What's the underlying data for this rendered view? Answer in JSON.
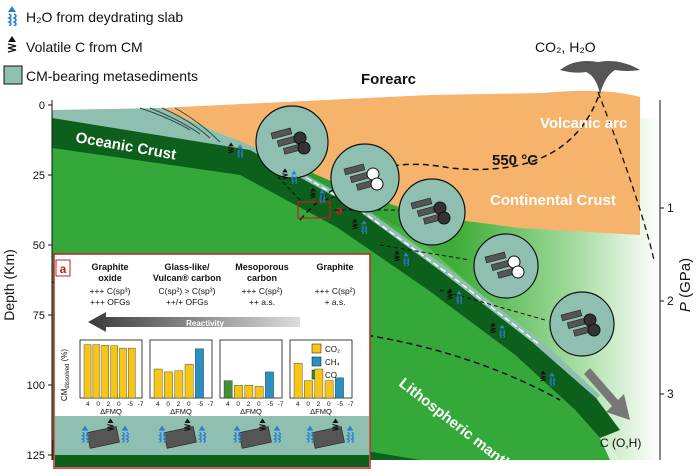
{
  "legend": {
    "h2o": "H₂O from deydrating slab",
    "volatile": "Volatile C from CM",
    "metased": "CM-bearing metasediments"
  },
  "labels": {
    "forearc": "Forearc",
    "co2_h2o": "CO₂, H₂O",
    "volcanic_arc": "Volcanic arc",
    "oceanic_crust": "Oceanic Crust",
    "isotherm": "550 °C",
    "continental_crust": "Continental Crust",
    "lithospheric_mantle": "Lithospheric mantle",
    "subducted_c": "C (O,H)",
    "callout_a": "a"
  },
  "depth_axis": {
    "label": "Depth (Km)",
    "ticks": [
      {
        "value": 0,
        "label": "0"
      },
      {
        "value": 25,
        "label": "25"
      },
      {
        "value": 50,
        "label": "50"
      },
      {
        "value": 75,
        "label": "75"
      },
      {
        "value": 100,
        "label": "100"
      },
      {
        "value": 125,
        "label": "125"
      }
    ]
  },
  "pressure_axis": {
    "label_italic": "P",
    "label_unit": " (GPa)",
    "ticks": [
      {
        "value": 1,
        "label": "1"
      },
      {
        "value": 2,
        "label": "2"
      },
      {
        "value": 3,
        "label": "3"
      }
    ]
  },
  "inset": {
    "panel_label": "a",
    "reactivity": "Reactivity",
    "columns": [
      {
        "title": [
          "Graphite",
          "oxide"
        ],
        "props": [
          "+++ C(sp³)",
          "+++ OFGs"
        ]
      },
      {
        "title": [
          "Glass-like/",
          "Vulcan® carbon"
        ],
        "props": [
          "C(sp²) > C(sp³)",
          "++/+ OFGs"
        ]
      },
      {
        "title": [
          "Mesoporous",
          "carbon"
        ],
        "props": [
          "+++ C(sp²)",
          "++ a.s."
        ]
      },
      {
        "title": [
          "Graphite"
        ],
        "props": [
          "+++ C(sp²)",
          "+ a.s."
        ]
      }
    ],
    "ylabel": "CM",
    "ylabel_sub": "dissolved",
    "ylabel_unit": " (%)",
    "xlabel": "ΔFMQ",
    "xticks": [
      "4",
      "0",
      "2",
      "0",
      "-5",
      "-7"
    ],
    "legend": [
      {
        "name": "CO₂",
        "color": "#f5c518"
      },
      {
        "name": "CH₄",
        "color": "#2b8fc0"
      },
      {
        "name": "CO",
        "color": "#3f8f33"
      }
    ]
  }
}
